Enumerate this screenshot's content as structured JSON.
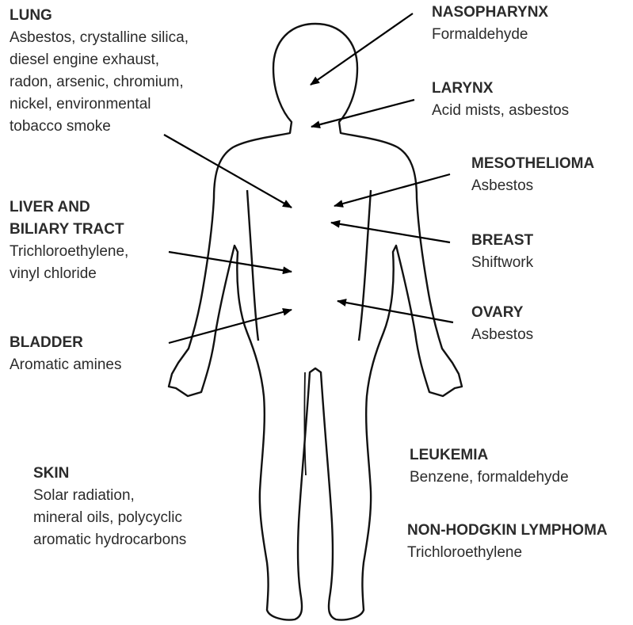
{
  "labels": {
    "lung": {
      "title": "LUNG",
      "agents": [
        "Asbestos, crystalline silica,",
        "diesel engine exhaust,",
        "radon, arsenic, chromium,",
        "nickel, environmental",
        "tobacco smoke"
      ]
    },
    "liver": {
      "title": [
        "LIVER AND",
        "BILIARY TRACT"
      ],
      "agents": [
        "Trichloroethylene,",
        "vinyl chloride"
      ]
    },
    "bladder": {
      "title": "BLADDER",
      "agents": [
        "Aromatic amines"
      ]
    },
    "skin": {
      "title": "SKIN",
      "agents": [
        "Solar radiation,",
        "mineral oils, polycyclic",
        "aromatic hydrocarbons"
      ]
    },
    "nasopharynx": {
      "title": "NASOPHARYNX",
      "agents": [
        "Formaldehyde"
      ]
    },
    "larynx": {
      "title": "LARYNX",
      "agents": [
        "Acid mists, asbestos"
      ]
    },
    "mesothelioma": {
      "title": "MESOTHELIOMA",
      "agents": [
        "Asbestos"
      ]
    },
    "breast": {
      "title": "BREAST",
      "agents": [
        "Shiftwork"
      ]
    },
    "ovary": {
      "title": "OVARY",
      "agents": [
        "Asbestos"
      ]
    },
    "leukemia": {
      "title": "LEUKEMIA",
      "agents": [
        "Benzene, formaldehyde"
      ]
    },
    "nhl": {
      "title": "NON-HODGKIN LYMPHOMA",
      "agents": [
        "Trichloroethylene"
      ]
    }
  },
  "colors": {
    "text": "#2b2b2b",
    "outline": "#111111",
    "arrow": "#000000"
  }
}
